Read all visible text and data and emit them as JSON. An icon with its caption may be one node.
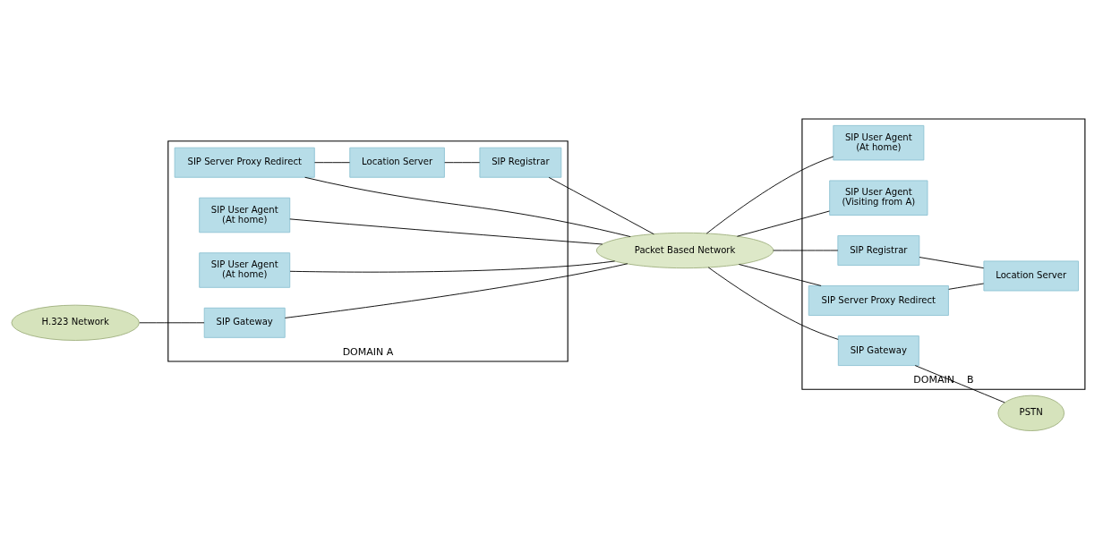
{
  "diagram": {
    "nodes": [
      {
        "text": [
          "DOMAIN A"
        ]
      },
      {
        "text": [
          "SIP User Agent",
          "(At home)"
        ],
        "in": 0
      },
      {
        "text": [
          "SIP User Agent",
          "(At home)"
        ],
        "in": 0
      },
      {
        "text": [
          "SIP Gateway"
        ],
        "in": 0
      },
      {
        "text": [
          "SIP Server Proxy Redirect"
        ],
        "in": 0
      },
      {
        "text": [
          "Location Server"
        ],
        "in": 0
      },
      {
        "text": [
          "SIP Registrar"
        ],
        "in": 0
      },
      {
        "text": [
          "H.323 Network"
        ]
      },
      {
        "text": [
          "Packet Based Network"
        ]
      },
      {
        "text": [
          "DOMAIN    B"
        ]
      },
      {
        "text": [
          "SIP User Agent",
          "(At home)"
        ],
        "in": 9
      },
      {
        "text": [
          "SIP User Agent",
          "(Visiting from A)"
        ],
        "in": 9
      },
      {
        "text": [
          "SIP Gateway"
        ],
        "in": 9
      },
      {
        "text": [
          "SIP Server Proxy Redirect"
        ],
        "in": 9
      },
      {
        "text": [
          "SIP Registrar"
        ],
        "in": 9
      },
      {
        "text": [
          "Location Server"
        ],
        "in": 9
      },
      {
        "text": [
          "PSTN"
        ]
      }
    ],
    "edges": [
      {
        "from": 7,
        "to": 3,
        "arrow": "none"
      },
      {
        "from": 1,
        "to": 8,
        "arrow": "none"
      },
      {
        "from": 2,
        "to": 8,
        "arrow": "none"
      },
      {
        "from": 3,
        "to": 8,
        "arrow": "none"
      },
      {
        "from": 4,
        "to": 8,
        "arrow": "none"
      },
      {
        "from": 6,
        "to": 8,
        "arrow": "none"
      },
      {
        "from": 4,
        "to": 5,
        "arrow": "none"
      },
      {
        "from": 5,
        "to": 6,
        "arrow": "none"
      },
      {
        "from": 8,
        "to": 10,
        "arrow": "none"
      },
      {
        "from": 8,
        "to": 11,
        "arrow": "none"
      },
      {
        "from": 8,
        "to": 12,
        "arrow": "none"
      },
      {
        "from": 8,
        "to": 13,
        "arrow": "none"
      },
      {
        "from": 8,
        "to": 14,
        "arrow": "none"
      },
      {
        "from": 12,
        "to": 16,
        "arrow": "none"
      },
      {
        "from": 13,
        "to": 15,
        "arrow": "none"
      },
      {
        "from": 14,
        "to": 15,
        "arrow": "none"
      }
    ]
  }
}
